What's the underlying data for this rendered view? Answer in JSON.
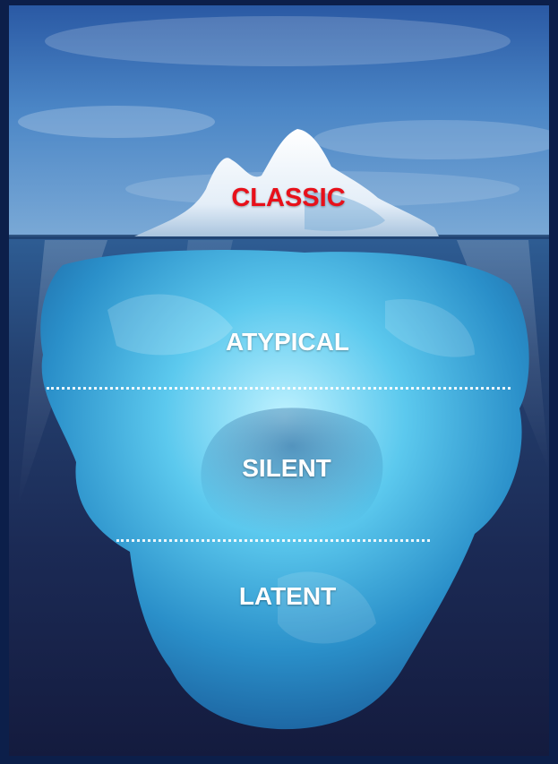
{
  "layers": {
    "classic": "CLASSIC",
    "atypical": "ATYPICAL",
    "silent": "SILENT",
    "latent": "LATENT"
  },
  "colors": {
    "classic_label": "#e8101a",
    "other_labels": "#ffffff",
    "frame": "#0c1f4a"
  }
}
